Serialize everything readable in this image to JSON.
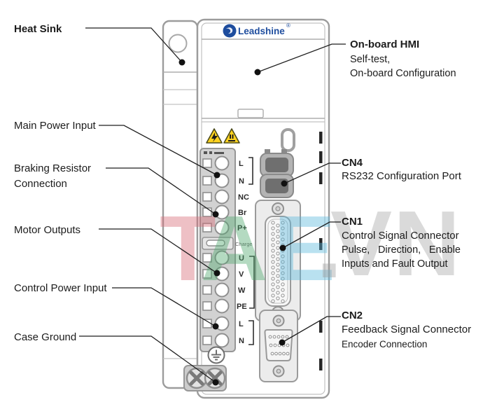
{
  "brand": {
    "logo_text": "Leadshine",
    "reg_mark": "®",
    "logo_color": "#1e4d9e"
  },
  "watermark": {
    "letters": [
      {
        "ch": "T",
        "color": "#d96b77"
      },
      {
        "ch": "A",
        "color": "#4fa86e"
      },
      {
        "ch": "E",
        "color": "#5bb8dd"
      },
      {
        "ch": ".",
        "color": "#9e9e9e"
      },
      {
        "ch": "V",
        "color": "#a8a8a8"
      },
      {
        "ch": "N",
        "color": "#a8a8a8"
      }
    ]
  },
  "callouts": {
    "heat_sink": {
      "title": "Heat Sink"
    },
    "main_power": {
      "title": "Main Power Input"
    },
    "braking": {
      "title": "Braking Resistor",
      "title2": "Connection"
    },
    "motor_outputs": {
      "title": "Motor Outputs"
    },
    "control_power": {
      "title": "Control Power Input"
    },
    "case_ground": {
      "title": "Case Ground"
    },
    "hmi": {
      "title": "On-board HMI",
      "line1": "Self-test,",
      "line2": "On-board Configuration"
    },
    "cn4": {
      "title": "CN4",
      "line1": "RS232 Configuration Port"
    },
    "cn1": {
      "title": "CN1",
      "line1": "Control Signal Connector",
      "line2": "Pulse, Direction, Enable",
      "line3": "Inputs and Fault Output"
    },
    "cn2": {
      "title": "CN2",
      "line1": "Feedback Signal Connector",
      "line2": "Encoder Connection"
    }
  },
  "drive": {
    "terminals_top": [
      "L",
      "N",
      "NC",
      "Br",
      "P+"
    ],
    "charge_label": "Charge",
    "terminals_bottom": [
      "U",
      "V",
      "W",
      "PE",
      "L",
      "N"
    ]
  }
}
